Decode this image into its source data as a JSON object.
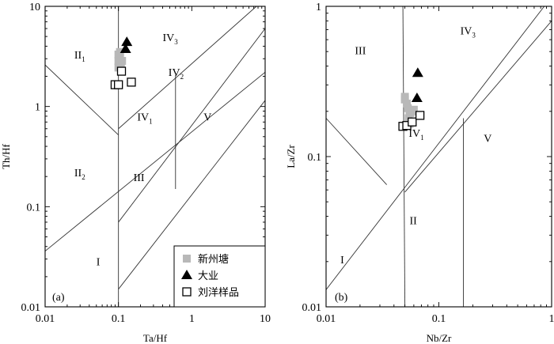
{
  "chart_data": [
    {
      "type": "scatter",
      "panel": "(a)",
      "xlabel": "Ta/Hf",
      "ylabel": "Th/Hf",
      "xscale": "log",
      "yscale": "log",
      "xlim": [
        0.01,
        10
      ],
      "ylim": [
        0.01,
        10
      ],
      "xticks": [
        "0.01",
        "0.1",
        "1",
        "10"
      ],
      "yticks": [
        "0.01",
        "0.1",
        "1",
        "10"
      ],
      "grid": false,
      "legend_position": "bottom-right",
      "fields": [
        {
          "main": "I",
          "sub": "",
          "at": [
            0.05,
            0.026
          ]
        },
        {
          "main": "II",
          "sub": "1",
          "at": [
            0.025,
            3.0
          ]
        },
        {
          "main": "II",
          "sub": "2",
          "at": [
            0.025,
            0.2
          ]
        },
        {
          "main": "III",
          "sub": "",
          "at": [
            0.16,
            0.18
          ]
        },
        {
          "main": "IV",
          "sub": "1",
          "at": [
            0.18,
            0.72
          ]
        },
        {
          "main": "IV",
          "sub": "2",
          "at": [
            0.48,
            2.02
          ]
        },
        {
          "main": "IV",
          "sub": "3",
          "at": [
            0.4,
            4.5
          ]
        },
        {
          "main": "V",
          "sub": "",
          "at": [
            1.45,
            0.72
          ]
        }
      ],
      "boundaries": [
        [
          [
            0.01,
            0.036
          ],
          [
            10,
            2.2
          ]
        ],
        [
          [
            0.01,
            2.6
          ],
          [
            0.1,
            0.52
          ]
        ],
        [
          [
            0.1,
            0.6
          ],
          [
            7.6,
            10
          ]
        ],
        [
          [
            0.1,
            0.07
          ],
          [
            10,
            6
          ]
        ],
        [
          [
            0.1,
            0.015
          ],
          [
            10,
            1.15
          ]
        ],
        [
          [
            0.6,
            0.15
          ],
          [
            0.6,
            2.05
          ]
        ],
        [
          [
            0.1,
            0.01
          ],
          [
            0.1,
            10
          ]
        ]
      ],
      "series": [
        {
          "name": "新州塘",
          "marker": "square-filled",
          "color": "#b8b8b8",
          "points": [
            [
              0.1,
              3.3
            ],
            [
              0.105,
              3.05
            ],
            [
              0.1,
              2.85
            ],
            [
              0.108,
              2.65
            ],
            [
              0.1,
              2.45
            ],
            [
              0.112,
              2.85
            ],
            [
              0.105,
              3.5
            ]
          ]
        },
        {
          "name": "大业",
          "marker": "triangle-filled",
          "color": "#000000",
          "points": [
            [
              0.13,
              4.4
            ],
            [
              0.125,
              3.75
            ]
          ]
        },
        {
          "name": "刘洋样品",
          "marker": "square-open",
          "color": "#000000",
          "points": [
            [
              0.09,
              1.65
            ],
            [
              0.1,
              1.65
            ],
            [
              0.11,
              2.25
            ],
            [
              0.15,
              1.75
            ]
          ]
        }
      ]
    },
    {
      "type": "scatter",
      "panel": "(b)",
      "xlabel": "Nb/Zr",
      "ylabel": "La/Zr",
      "xscale": "log",
      "yscale": "log",
      "xlim": [
        0.01,
        1
      ],
      "ylim": [
        0.01,
        1
      ],
      "xticks": [
        "0.01",
        "0.1",
        "1"
      ],
      "yticks": [
        "0.01",
        "0.1",
        "1"
      ],
      "grid": false,
      "fields": [
        {
          "main": "I",
          "sub": "",
          "at": [
            0.0134,
            0.0195
          ]
        },
        {
          "main": "II",
          "sub": "",
          "at": [
            0.055,
            0.0355
          ]
        },
        {
          "main": "III",
          "sub": "",
          "at": [
            0.018,
            0.48
          ]
        },
        {
          "main": "IV",
          "sub": "1",
          "at": [
            0.054,
            0.135
          ]
        },
        {
          "main": "IV",
          "sub": "3",
          "at": [
            0.155,
            0.65
          ]
        },
        {
          "main": "V",
          "sub": "",
          "at": [
            0.25,
            0.125
          ]
        }
      ],
      "boundaries": [
        [
          [
            0.01,
            0.18
          ],
          [
            0.0345,
            0.065
          ]
        ],
        [
          [
            0.01,
            0.013
          ],
          [
            0.86,
            1
          ]
        ],
        [
          [
            0.05,
            0.058
          ],
          [
            1,
            0.8
          ]
        ],
        [
          [
            0.05,
            0.01
          ],
          [
            0.048,
            1
          ]
        ],
        [
          [
            0.165,
            0.01
          ],
          [
            0.165,
            0.18
          ]
        ]
      ],
      "series": [
        {
          "name": "新州塘",
          "marker": "square-filled",
          "color": "#b8b8b8",
          "points": [
            [
              0.05,
              0.24
            ],
            [
              0.052,
              0.225
            ],
            [
              0.053,
              0.21
            ],
            [
              0.055,
              0.2
            ],
            [
              0.056,
              0.195
            ],
            [
              0.058,
              0.2
            ],
            [
              0.06,
              0.205
            ],
            [
              0.05,
              0.25
            ],
            [
              0.054,
              0.18
            ],
            [
              0.055,
              0.165
            ]
          ]
        },
        {
          "name": "大业",
          "marker": "triangle-filled",
          "color": "#000000",
          "points": [
            [
              0.065,
              0.36
            ],
            [
              0.064,
              0.245
            ]
          ]
        },
        {
          "name": "刘洋样品",
          "marker": "square-open",
          "color": "#000000",
          "points": [
            [
              0.048,
              0.159
            ],
            [
              0.052,
              0.161
            ],
            [
              0.058,
              0.17
            ],
            [
              0.068,
              0.188
            ]
          ]
        }
      ]
    }
  ]
}
